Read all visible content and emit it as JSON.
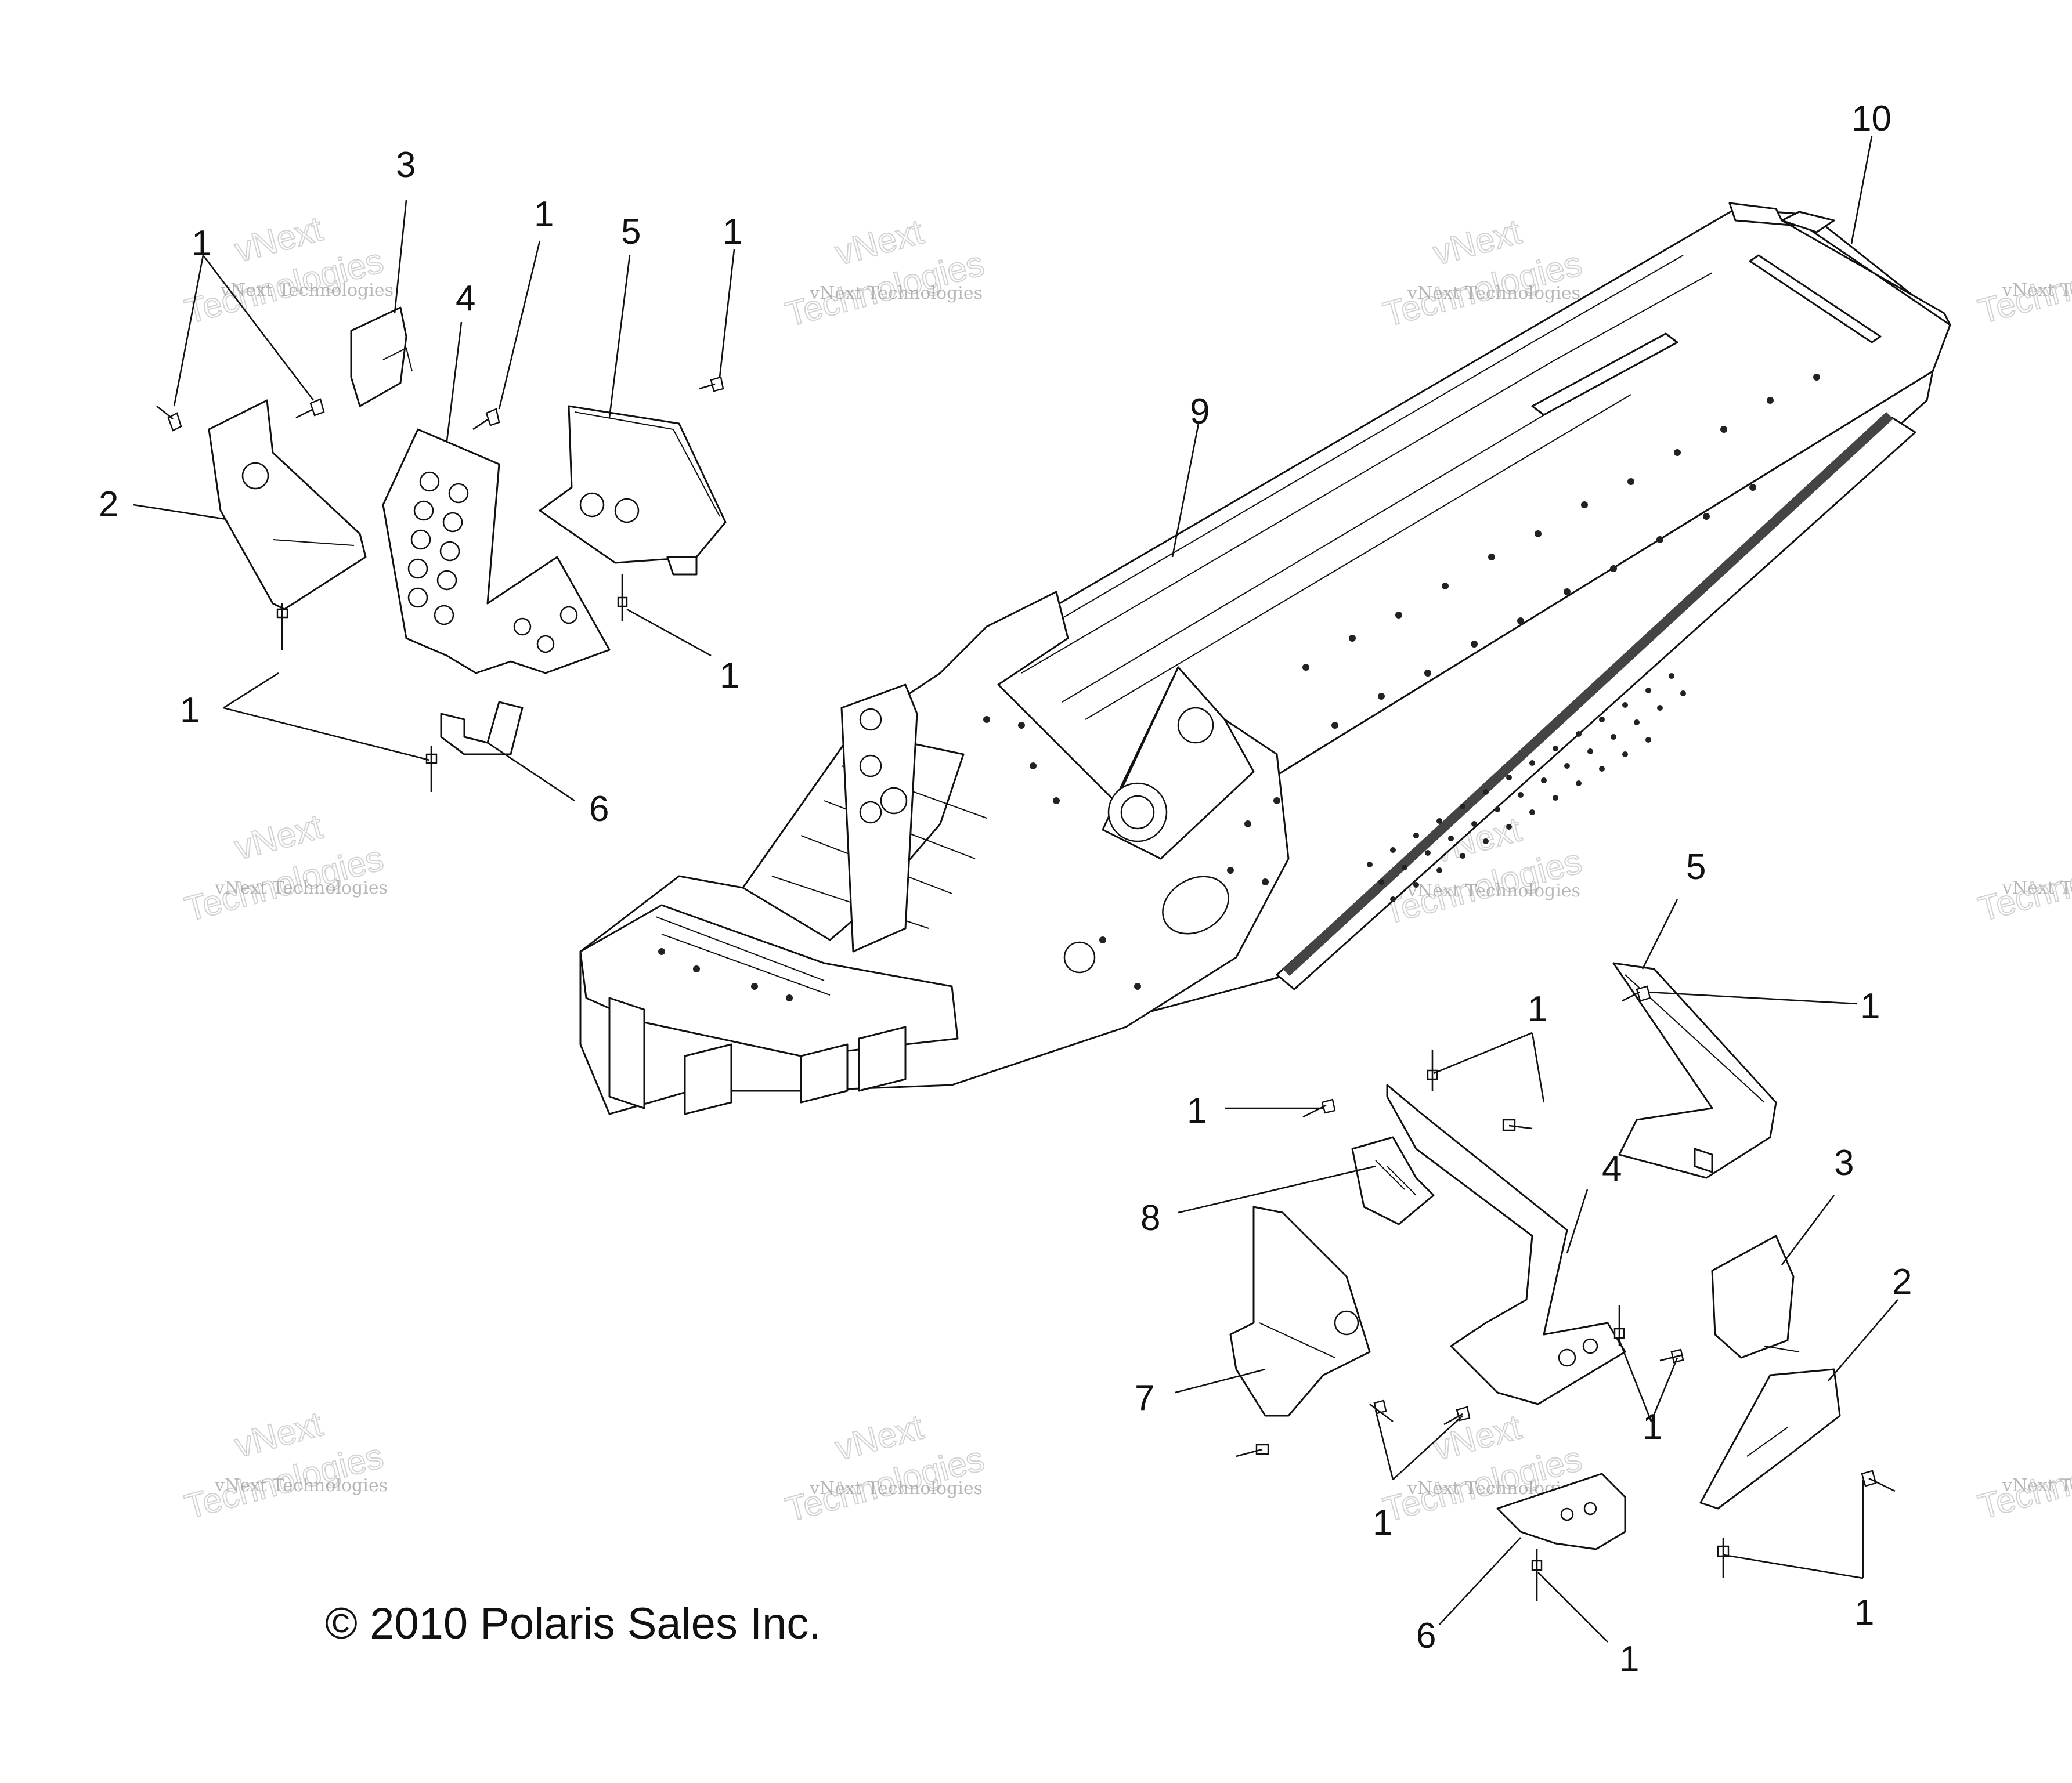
{
  "callouts": {
    "left_1a": "1",
    "left_3": "3",
    "left_1b": "1",
    "left_5": "5",
    "left_1c": "1",
    "left_4": "4",
    "left_2": "2",
    "left_1d": "1",
    "left_1e": "1",
    "left_6": "6",
    "chassis_9": "9",
    "bumper_10": "10",
    "right_5": "5",
    "right_1a": "1",
    "right_1b": "1",
    "right_1c": "1",
    "right_4": "4",
    "right_3": "3",
    "right_8": "8",
    "right_2": "2",
    "right_7": "7",
    "right_1d": "1",
    "right_1e": "1",
    "right_1f": "1",
    "right_6": "6",
    "right_1g": "1"
  },
  "watermark": {
    "brand": "vNext",
    "company": "vNext Technologies",
    "wordmark": "Technologies"
  },
  "copyright": "© 2010 Polaris Sales Inc."
}
